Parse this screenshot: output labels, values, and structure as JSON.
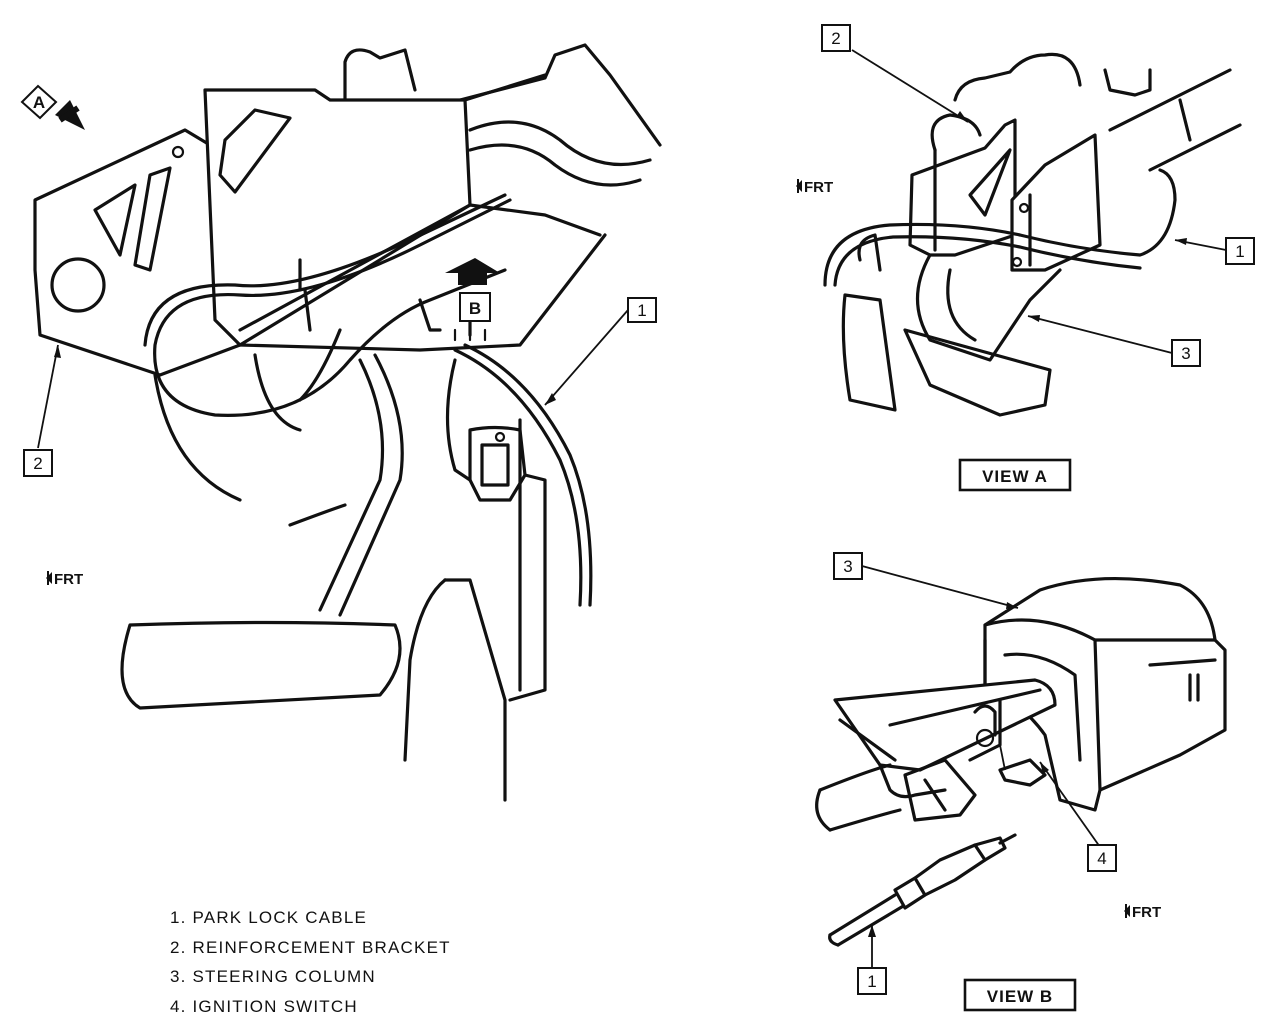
{
  "legend": [
    "1. PARK LOCK CABLE",
    "2. REINFORCEMENT BRACKET",
    "3. STEERING COLUMN",
    "4. IGNITION SWITCH"
  ],
  "callouts": {
    "main_1": "1",
    "main_2": "2",
    "a_2": "2",
    "a_1": "1",
    "a_3": "3",
    "b_3": "3",
    "b_4": "4",
    "b_1": "1"
  },
  "view_tags": {
    "a": "A",
    "b": "B"
  },
  "frt_labels": {
    "main": "FRT",
    "view_a": "FRT",
    "view_b": "FRT"
  },
  "view_titles": {
    "a": "VIEW A",
    "b": "VIEW B"
  }
}
